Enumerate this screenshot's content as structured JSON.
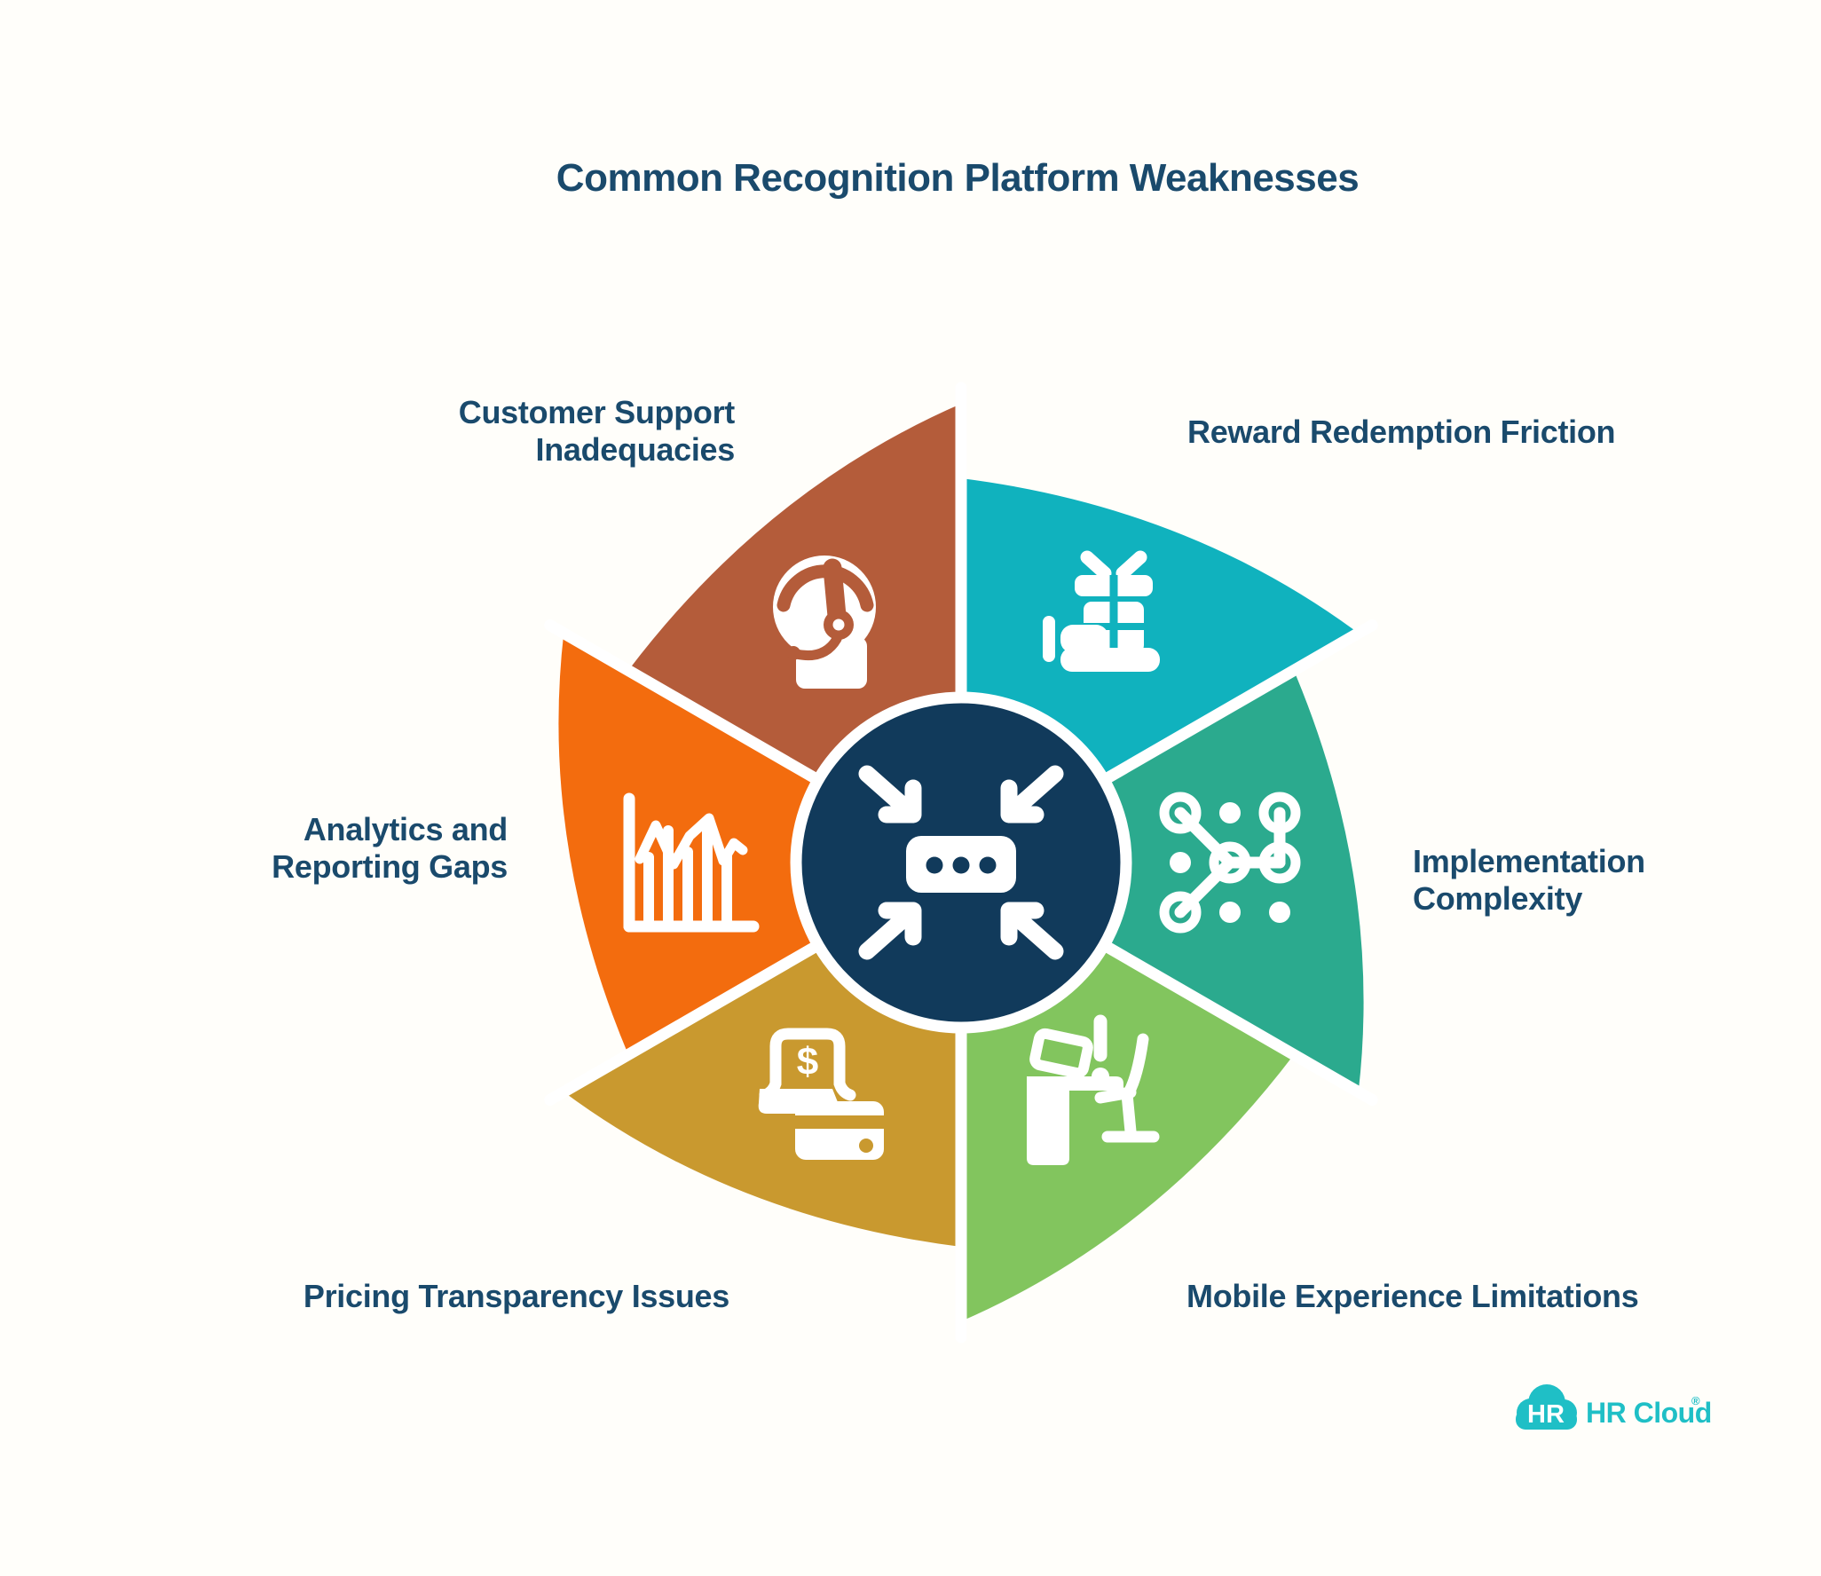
{
  "title": "Common Recognition Platform Weaknesses",
  "colors": {
    "background": "#FFFEFA",
    "text": "#1A4A6C",
    "center_navy": "#113A5B",
    "divider": "#FFFFFF",
    "icon_white": "#FFFFFF",
    "logo_teal": "#1FBFC6"
  },
  "center": {
    "icon": "converge-arrows-message-icon"
  },
  "segments": [
    {
      "id": "customer-support",
      "label_lines": [
        "Customer Support",
        "Inadequacies"
      ],
      "color": "#B45C3A",
      "icon": "headset-support-icon"
    },
    {
      "id": "reward-redemption",
      "label_lines": [
        "Reward Redemption Friction"
      ],
      "color": "#10B2BE",
      "icon": "gift-hand-icon"
    },
    {
      "id": "implementation",
      "label_lines": [
        "Implementation",
        "Complexity"
      ],
      "color": "#2BAA8E",
      "icon": "network-nodes-icon"
    },
    {
      "id": "mobile-experience",
      "label_lines": [
        "Mobile Experience Limitations"
      ],
      "color": "#82C55E",
      "icon": "desk-chair-icon"
    },
    {
      "id": "pricing",
      "label_lines": [
        "Pricing Transparency Issues"
      ],
      "color": "#C9992F",
      "icon": "laptop-payment-icon"
    },
    {
      "id": "analytics",
      "label_lines": [
        "Analytics and",
        "Reporting Gaps"
      ],
      "color": "#F36C0E",
      "icon": "bar-chart-icon"
    }
  ],
  "icons": {
    "dollar": "$"
  },
  "logo": {
    "badge": "HR",
    "text": "HR Cloud",
    "reg": "®"
  }
}
